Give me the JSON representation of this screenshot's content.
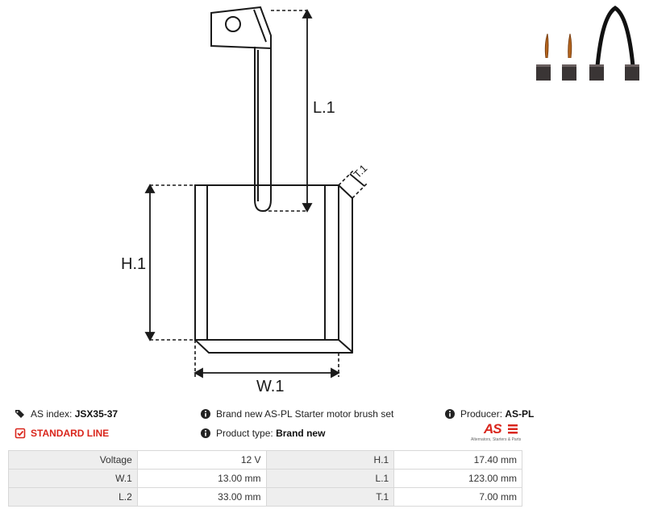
{
  "diagram": {
    "labels": {
      "l1": "L.1",
      "h1": "H.1",
      "w1": "W.1",
      "t1": "T.1"
    }
  },
  "thumbnails": {
    "icon": "brush-photo-icon",
    "count": 4
  },
  "info": {
    "index_label": "AS index:",
    "index_value": "JSX35-37",
    "standard": "STANDARD LINE",
    "description": "Brand new AS-PL Starter motor brush set",
    "type_label": "Product type:",
    "type_value": "Brand new",
    "producer_label": "Producer:",
    "producer_value": "AS-PL"
  },
  "logo": {
    "mark": "AS",
    "tagline": "Alternators, Starters & Parts"
  },
  "specs": [
    {
      "l1": "Voltage",
      "v1": "12 V",
      "l2": "H.1",
      "v2": "17.40 mm"
    },
    {
      "l1": "W.1",
      "v1": "13.00 mm",
      "l2": "L.1",
      "v2": "123.00 mm"
    },
    {
      "l1": "L.2",
      "v1": "33.00 mm",
      "l2": "T.1",
      "v2": "7.00 mm"
    }
  ],
  "colors": {
    "accent": "#d9261c",
    "line": "#1a1a1a",
    "label_bg": "#eeeeee"
  }
}
